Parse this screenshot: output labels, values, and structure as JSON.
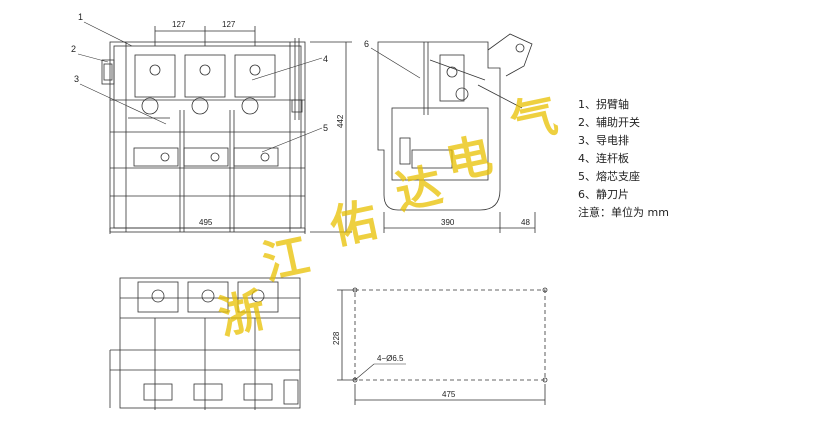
{
  "callouts": [
    "1",
    "2",
    "3",
    "4",
    "5",
    "6"
  ],
  "dimensions": {
    "top_pitch_1": "127",
    "top_pitch_2": "127",
    "front_height": "442",
    "front_width": "495",
    "side_depth": "390",
    "side_extra": "48",
    "mount_height": "228",
    "mount_width": "475",
    "mount_holes": "4−Ø6.5"
  },
  "legend": {
    "items": [
      "1、拐臂轴",
      "2、辅助开关",
      "3、导电排",
      "4、连杆板",
      "5、熔芯支座",
      "6、静刀片"
    ],
    "note": "注意：单位为 mm"
  },
  "watermark": [
    "浙",
    "江",
    "佑",
    "达",
    "电",
    "气"
  ],
  "colors": {
    "line": "#333333",
    "watermark": "#e8c000"
  }
}
